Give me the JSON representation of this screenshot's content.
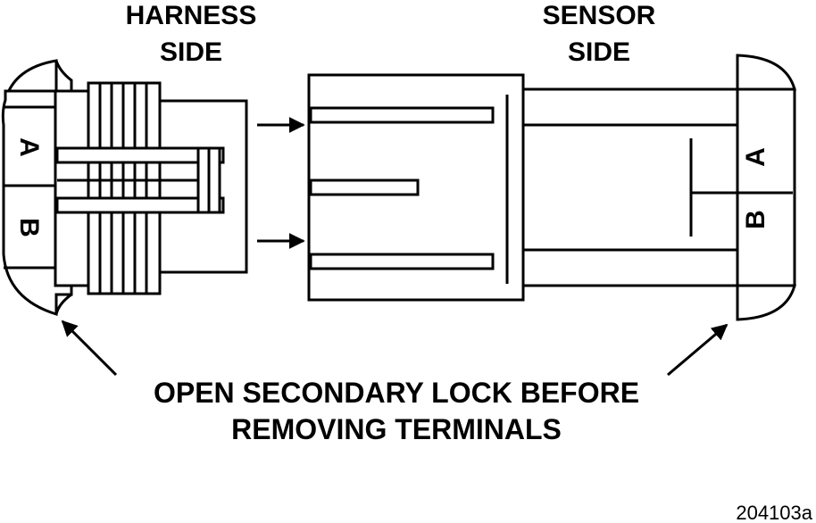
{
  "labels": {
    "harness_line1": "HARNESS",
    "harness_line2": "SIDE",
    "sensor_line1": "SENSOR",
    "sensor_line2": "SIDE",
    "note_line1": "OPEN SECONDARY LOCK BEFORE",
    "note_line2": "REMOVING TERMINALS",
    "figure_ref": "204103a"
  },
  "pins": {
    "harness_a": "A",
    "harness_b": "B",
    "sensor_a": "A",
    "sensor_b": "B"
  },
  "colors": {
    "ink": "#000000",
    "paper": "#ffffff"
  }
}
